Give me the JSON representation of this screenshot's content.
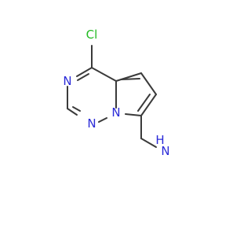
{
  "molecule": {
    "atoms": {
      "cl": {
        "text": "Cl"
      },
      "n3": {
        "text": "N"
      },
      "n1": {
        "text": "N"
      },
      "n_bridge": {
        "text": "N"
      },
      "nh2_h": {
        "text": "H"
      },
      "nh2_n": {
        "text": "N"
      }
    },
    "colors": {
      "chlorine": "#22bb22",
      "nitrogen": "#2a2ad8",
      "bond": "#3a3a3a"
    }
  }
}
